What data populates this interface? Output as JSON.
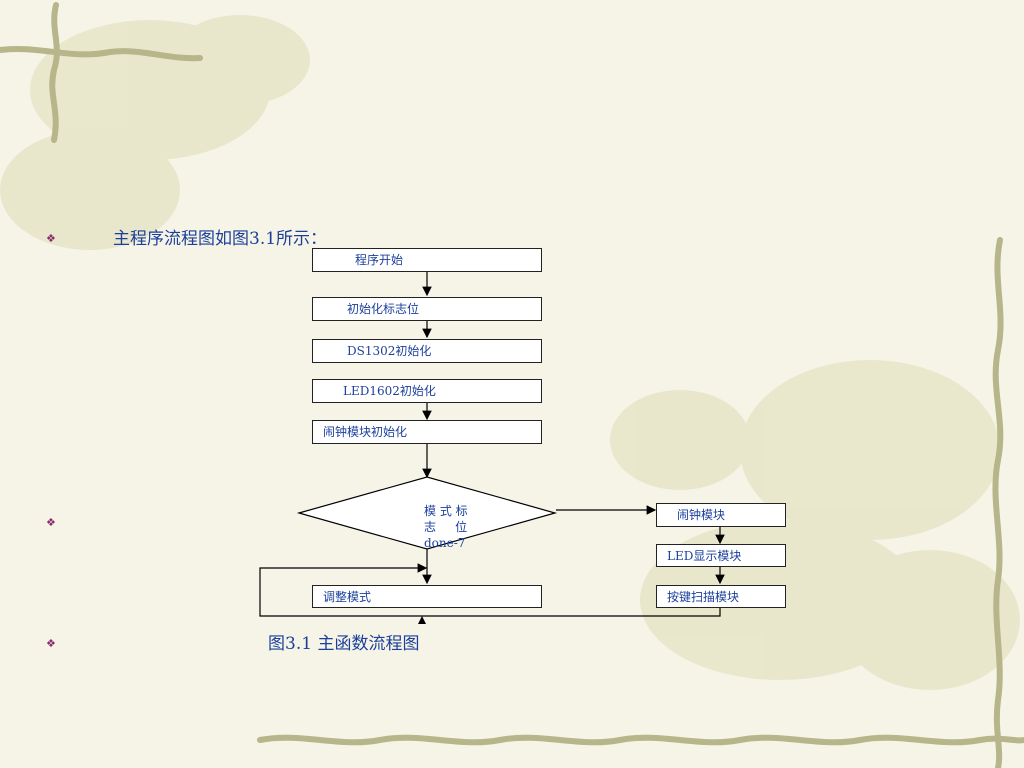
{
  "intro_text": "主程序流程图如图3.1所示：",
  "bullets": [
    "❖",
    "❖",
    "❖"
  ],
  "flow": {
    "start": "程序开始",
    "init_flags": "初始化标志位",
    "ds1302_init": "DS1302初始化",
    "led1602_init": "LED1602初始化",
    "alarm_init": "闹钟模块初始化",
    "decision_line1": "模 式 标",
    "decision_line2": "志     位",
    "decision_line3": "done-7",
    "adjust_mode": "调整模式",
    "alarm_module": "闹钟模块",
    "led_display_module": "LED显示模块",
    "key_scan_module": "按键扫描模块"
  },
  "caption": "图3.1 主函数流程图",
  "colors": {
    "text": "#1b3f9b",
    "bullet": "#8b2a6b",
    "background": "#f5f4e6",
    "vine": "#b7b58a"
  }
}
